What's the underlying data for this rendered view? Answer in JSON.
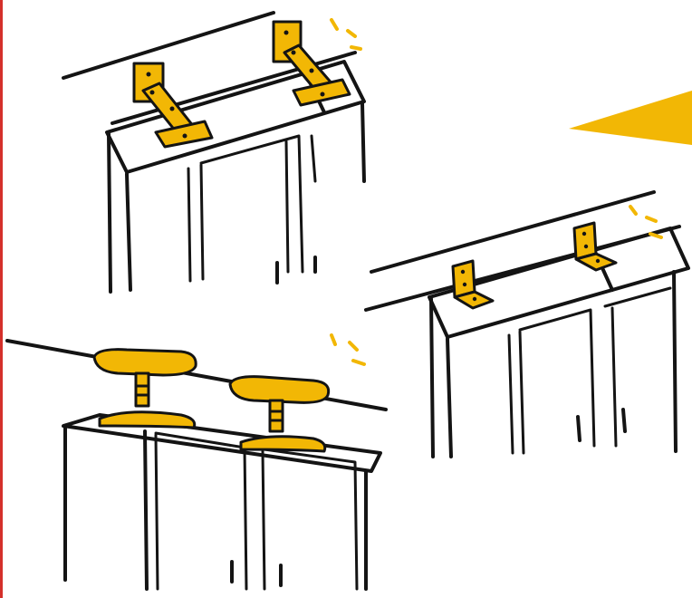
{
  "colors": {
    "accent": "#F2B705",
    "ink": "#141414",
    "frame": "#D4302B",
    "background": "#FFFFFF"
  },
  "illustration": {
    "panels": [
      {
        "id": "bracket-diagonal-stays",
        "icon": "diagonal-stay-bracket-icon"
      },
      {
        "id": "bracket-l-angles",
        "icon": "l-angle-bracket-icon"
      },
      {
        "id": "bracket-tension-poles",
        "icon": "tension-pole-icon"
      }
    ],
    "pointer_icon": "yellow-pointer-triangle-icon"
  }
}
